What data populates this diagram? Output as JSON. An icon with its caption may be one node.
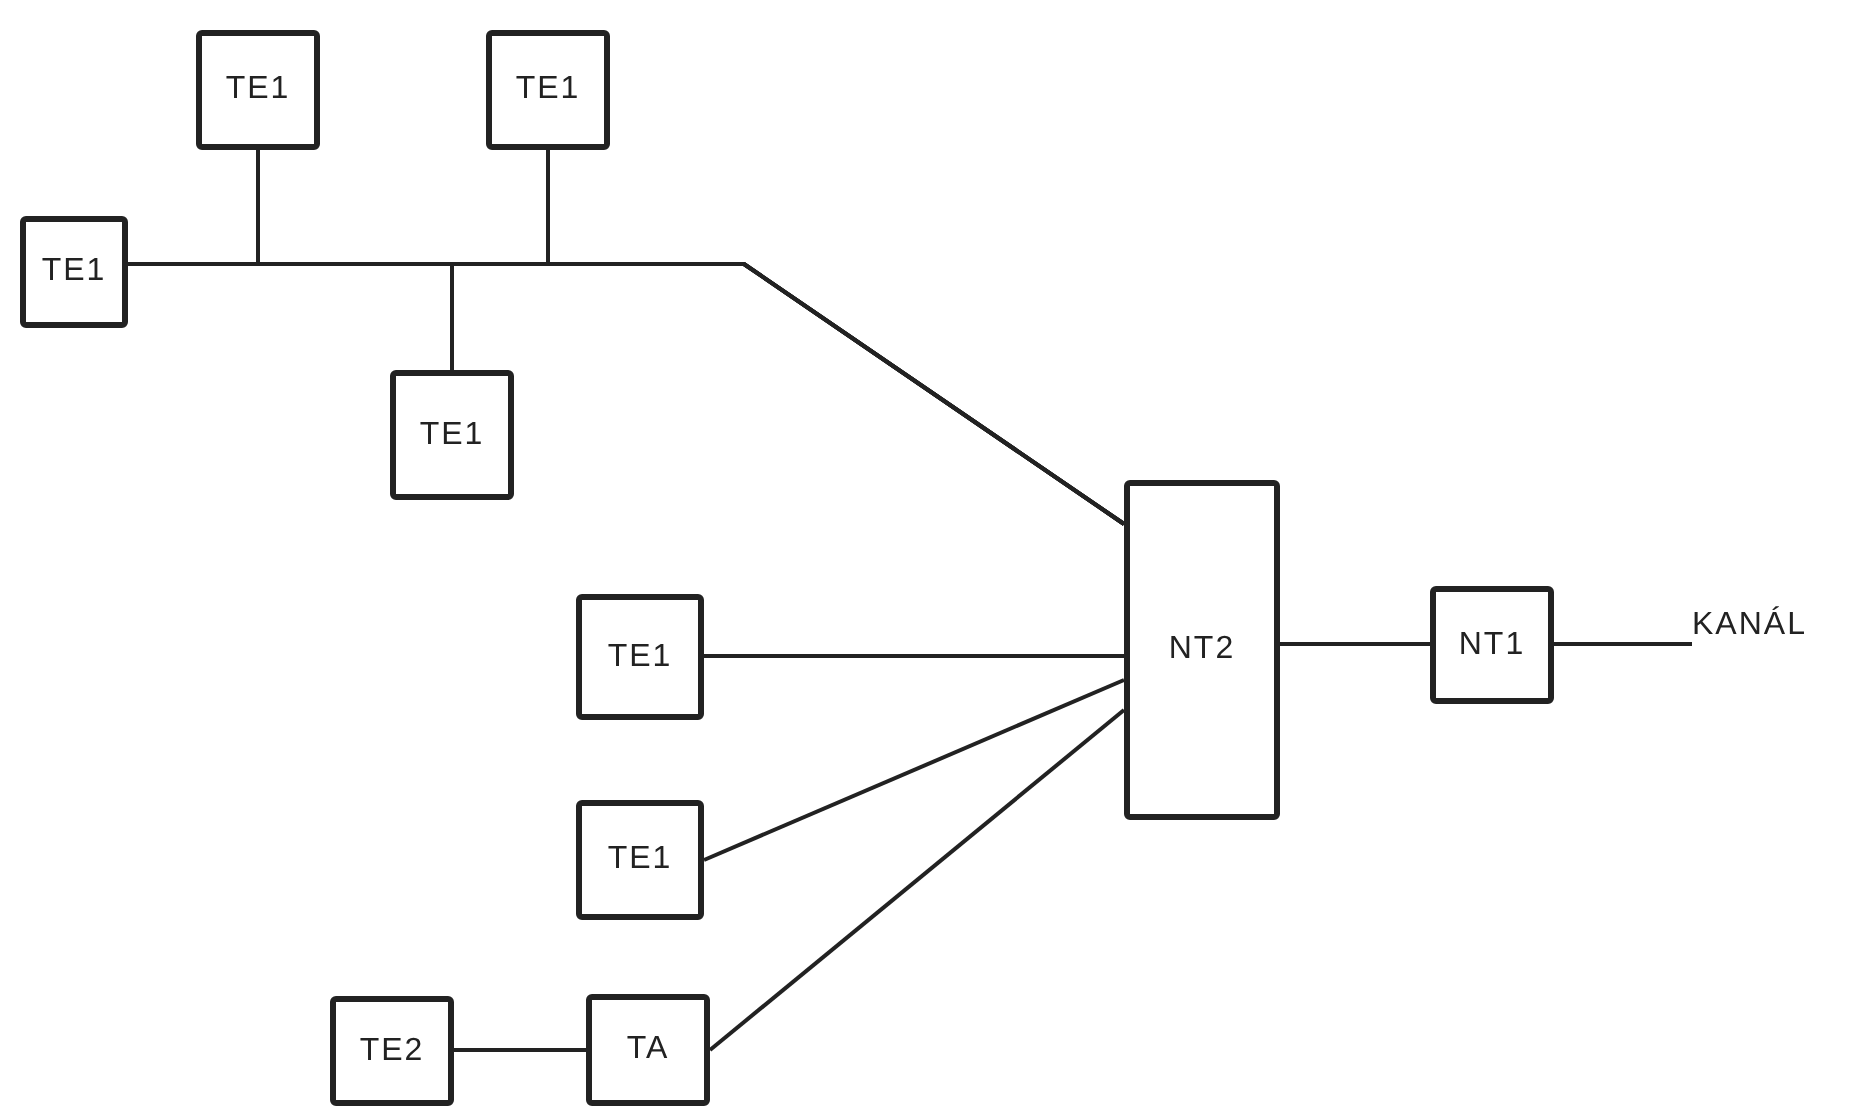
{
  "diagram": {
    "nodes": [
      {
        "text": [
          "TE1"
        ]
      },
      {
        "text": [
          "TE1"
        ]
      },
      {
        "text": [
          "TE1"
        ]
      },
      {
        "text": [
          "TE1"
        ]
      },
      {
        "text": [
          "NT2"
        ]
      },
      {
        "text": [
          "TE1"
        ]
      },
      {
        "text": [
          "NT1"
        ]
      },
      {
        "text": [
          "KANÁL"
        ]
      },
      {
        "text": [
          "TE1"
        ]
      },
      {
        "text": [
          "TE2"
        ]
      },
      {
        "text": [
          "TA"
        ]
      }
    ],
    "edges": [
      {
        "from": 0,
        "to": 4,
        "arrow": "none"
      },
      {
        "from": 1,
        "to": 4,
        "arrow": "none"
      },
      {
        "from": 2,
        "to": 4,
        "arrow": "none"
      },
      {
        "from": 3,
        "to": 4,
        "arrow": "none"
      },
      {
        "from": 5,
        "to": 4,
        "arrow": "none"
      },
      {
        "from": 8,
        "to": 4,
        "arrow": "none"
      },
      {
        "from": 10,
        "to": 4,
        "arrow": "none"
      },
      {
        "from": 9,
        "to": 10,
        "arrow": "none"
      },
      {
        "from": 4,
        "to": 6,
        "arrow": "none"
      },
      {
        "from": 6,
        "to": 7,
        "arrow": "none"
      }
    ]
  }
}
